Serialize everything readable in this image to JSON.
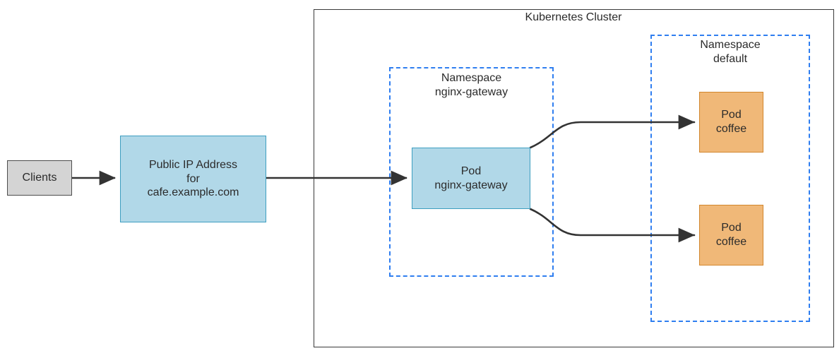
{
  "diagram": {
    "title": "Kubernetes Cluster",
    "cluster_label": "Kubernetes Cluster",
    "colors": {
      "blue_fill": "#b1d8e8",
      "blue_stroke": "#3d9ec0",
      "orange_fill": "#f0b878",
      "orange_stroke": "#d2862d",
      "gray_fill": "#d4d4d4",
      "gray_stroke": "#4d4d4d",
      "namespace_stroke": "#2f7ef0",
      "cluster_stroke": "#3a3a3a",
      "edge_stroke": "#333333",
      "text": "#2b2b2b"
    },
    "nodes": {
      "clients": {
        "label": "Clients"
      },
      "public_ip": {
        "label": "Public IP Address\nfor\ncafe.example.com"
      },
      "pod_gateway": {
        "label": "Pod\nnginx-gateway"
      },
      "pod_coffee_top": {
        "label": "Pod\ncoffee"
      },
      "pod_coffee_bottom": {
        "label": "Pod\ncoffee"
      }
    },
    "namespaces": {
      "gateway": {
        "label": "Namespace\nnginx-gateway"
      },
      "default": {
        "label": "Namespace\ndefault"
      }
    }
  }
}
